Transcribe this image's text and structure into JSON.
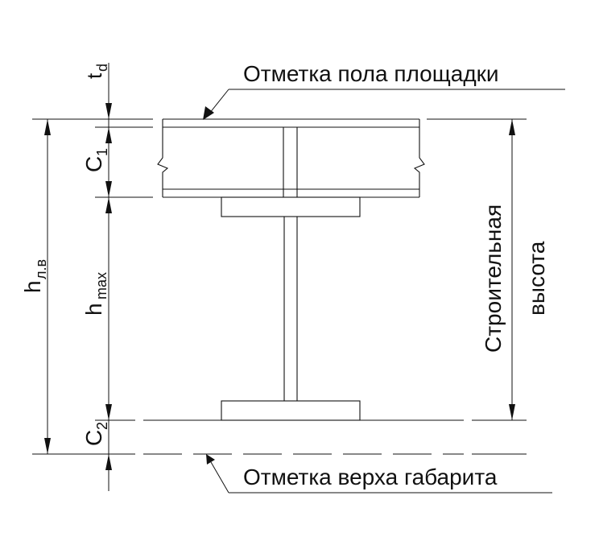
{
  "labels": {
    "floor_level": "Отметка пола площадки",
    "clearance_top": "Отметка верха габарита",
    "construction_height_line1": "Строительная",
    "construction_height_line2": "высота"
  },
  "dimensions": {
    "td": {
      "main": "t",
      "sub": "d"
    },
    "c1": {
      "main": "C",
      "sub": "1"
    },
    "c2": {
      "main": "C",
      "sub": "2"
    },
    "hmax": {
      "main": "h",
      "sub": "max"
    },
    "hlv": {
      "main": "h",
      "sub": "л.в"
    }
  }
}
